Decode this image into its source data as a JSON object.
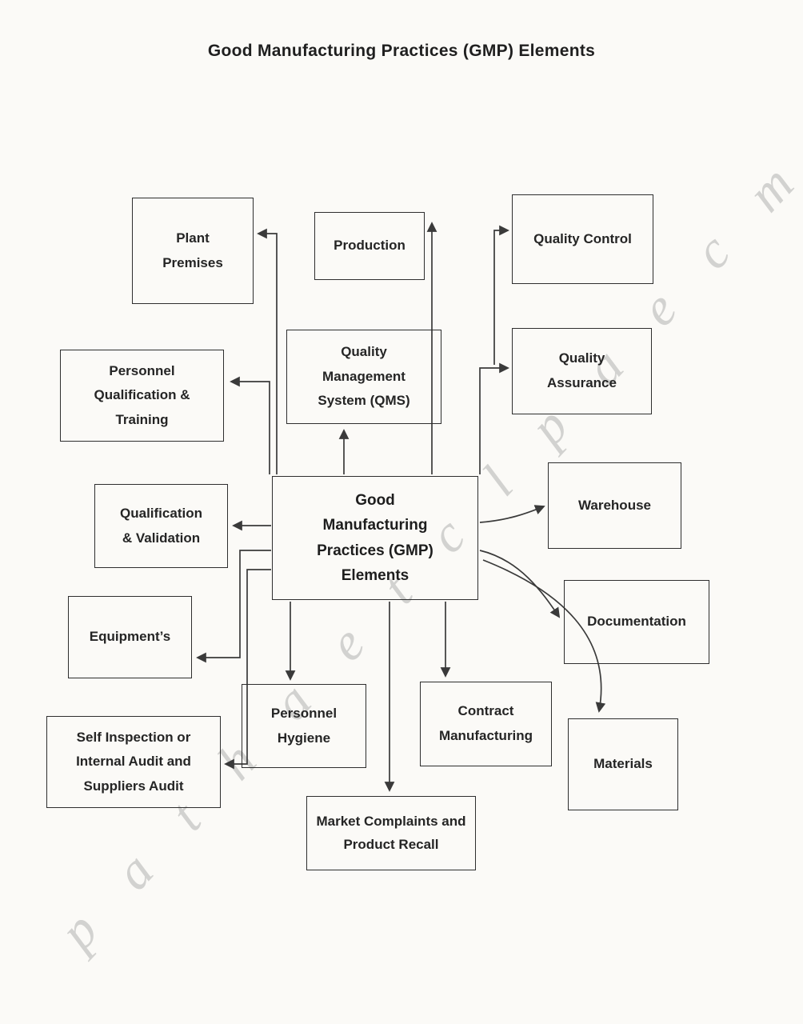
{
  "title": "Good Manufacturing Practices (GMP) Elements",
  "diagram": {
    "center": {
      "label": "Good Manufacturing Practices (GMP) Elements"
    },
    "nodes": {
      "plant_premises": {
        "label": "Plant Premises"
      },
      "production": {
        "label": "Production"
      },
      "quality_control": {
        "label": "Quality Control"
      },
      "personnel_qualification": {
        "label": "Personnel Qualification & Training"
      },
      "qms": {
        "label": "Quality Management System (QMS)"
      },
      "quality_assurance": {
        "label": "Quality Assurance"
      },
      "qualification_validation": {
        "label": "Qualification & Validation"
      },
      "warehouse": {
        "label": "Warehouse"
      },
      "equipments": {
        "label": "Equipment’s"
      },
      "documentation": {
        "label": "Documentation"
      },
      "self_inspection": {
        "label": "Self Inspection or Internal Audit and Suppliers Audit"
      },
      "personnel_hygiene": {
        "label": "Personnel Hygiene"
      },
      "contract_manufacturing": {
        "label": "Contract Manufacturing"
      },
      "materials": {
        "label": "Materials"
      },
      "market_complaints": {
        "label": "Market Complaints and Product Recall"
      }
    },
    "watermark": "p a t h a e t c l p a e c m",
    "line_color": "#3a3a3a"
  }
}
